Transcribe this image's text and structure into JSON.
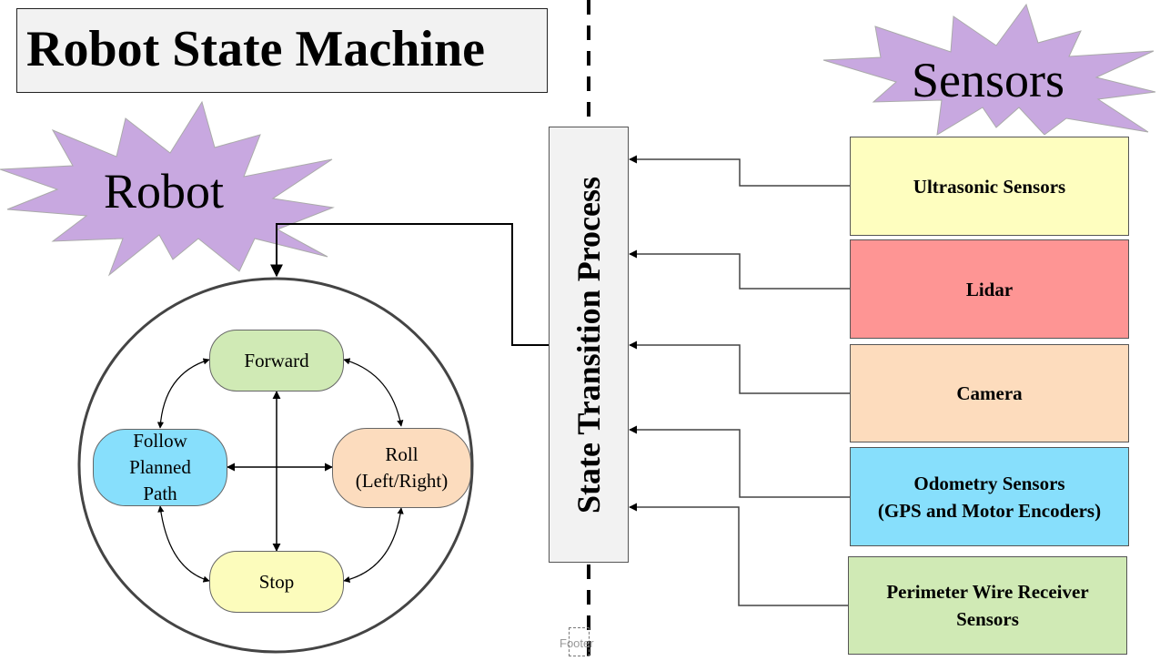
{
  "title": "Robot State Machine",
  "bursts": {
    "robot_label": "Robot",
    "sensors_label": "Sensors",
    "fill_color": "#c8a8e0"
  },
  "process": {
    "label": "State Transition Process"
  },
  "states": {
    "forward": {
      "label": "Forward",
      "color": "#d0eab5"
    },
    "follow": {
      "label": "Follow Planned Path",
      "lines": [
        "Follow",
        "Planned",
        "Path"
      ],
      "color": "#87dffc"
    },
    "roll": {
      "label": "Roll (Left/Right)",
      "lines": [
        "Roll",
        "(Left/Right)"
      ],
      "color": "#fcdcbe"
    },
    "stop": {
      "label": "Stop",
      "color": "#fcfcbc"
    }
  },
  "transitions": [
    [
      "Forward",
      "Follow Planned Path"
    ],
    [
      "Forward",
      "Roll (Left/Right)"
    ],
    [
      "Forward",
      "Stop"
    ],
    [
      "Follow Planned Path",
      "Roll (Left/Right)"
    ],
    [
      "Follow Planned Path",
      "Stop"
    ],
    [
      "Roll (Left/Right)",
      "Stop"
    ]
  ],
  "sensors": [
    {
      "label": "Ultrasonic Sensors",
      "lines": [
        "Ultrasonic Sensors"
      ],
      "color": "#fefebf"
    },
    {
      "label": "Lidar",
      "lines": [
        "Lidar"
      ],
      "color": "#fe9594"
    },
    {
      "label": "Camera",
      "lines": [
        "Camera"
      ],
      "color": "#fddcbd"
    },
    {
      "label": "Odometry Sensors (GPS and Motor Encoders)",
      "lines": [
        "Odometry Sensors",
        "(GPS and Motor Encoders)"
      ],
      "color": "#87dffc"
    },
    {
      "label": "Perimeter Wire Receiver Sensors",
      "lines": [
        "Perimeter Wire Receiver",
        "Sensors"
      ],
      "color": "#d0eab5"
    }
  ],
  "footer": "Footer"
}
